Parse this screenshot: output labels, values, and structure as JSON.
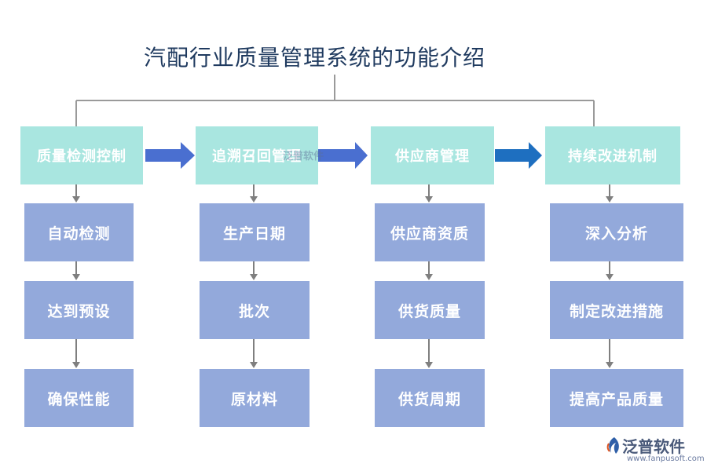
{
  "title": "汽配行业质量管理系统的功能介绍",
  "columns": [
    {
      "label": "质量检测控制",
      "items": [
        "自动检测",
        "达到预设",
        "确保性能"
      ]
    },
    {
      "label": "追溯召回管理",
      "items": [
        "生产日期",
        "批次",
        "原材料"
      ]
    },
    {
      "label": "供应商管理",
      "items": [
        "供应商资质",
        "供货质量",
        "供货周期"
      ]
    },
    {
      "label": "持续改进机制",
      "items": [
        "深入分析",
        "制定改进措施",
        "提高产品质量"
      ]
    }
  ],
  "watermark": "泛普软件",
  "logo": {
    "name": "泛普软件",
    "url": "www.fanpusoft.com"
  },
  "colors": {
    "top_box": "#a9e6e0",
    "sub_box": "#93a9db",
    "arrow_primary": "#4a6fd0",
    "arrow_alt": "#1e6fc0",
    "connector": "#9a9a9a"
  }
}
